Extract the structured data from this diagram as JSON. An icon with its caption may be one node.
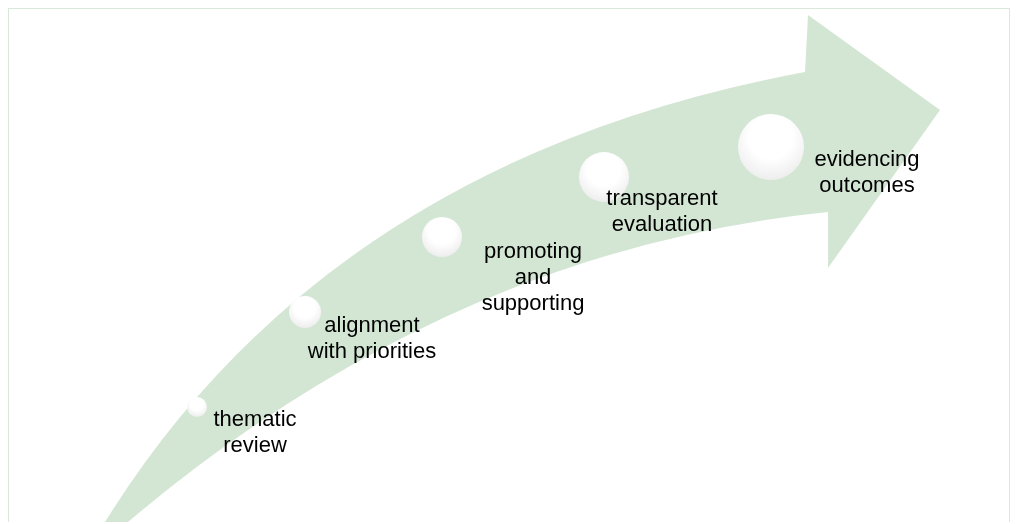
{
  "diagram": {
    "nodes": [
      {
        "text": [],
        "shape": "circle",
        "beside": [
          "thematic review"
        ]
      },
      {
        "text": [],
        "shape": "circle",
        "beside": [
          "alignment with priorities"
        ]
      },
      {
        "text": [],
        "shape": "circle",
        "beside": [
          "promoting and supporting"
        ]
      },
      {
        "text": [],
        "shape": "circle",
        "beside": [
          "transparent evaluation"
        ]
      },
      {
        "text": [],
        "shape": "circle",
        "beside": [
          "evidencing outcomes"
        ]
      }
    ]
  }
}
